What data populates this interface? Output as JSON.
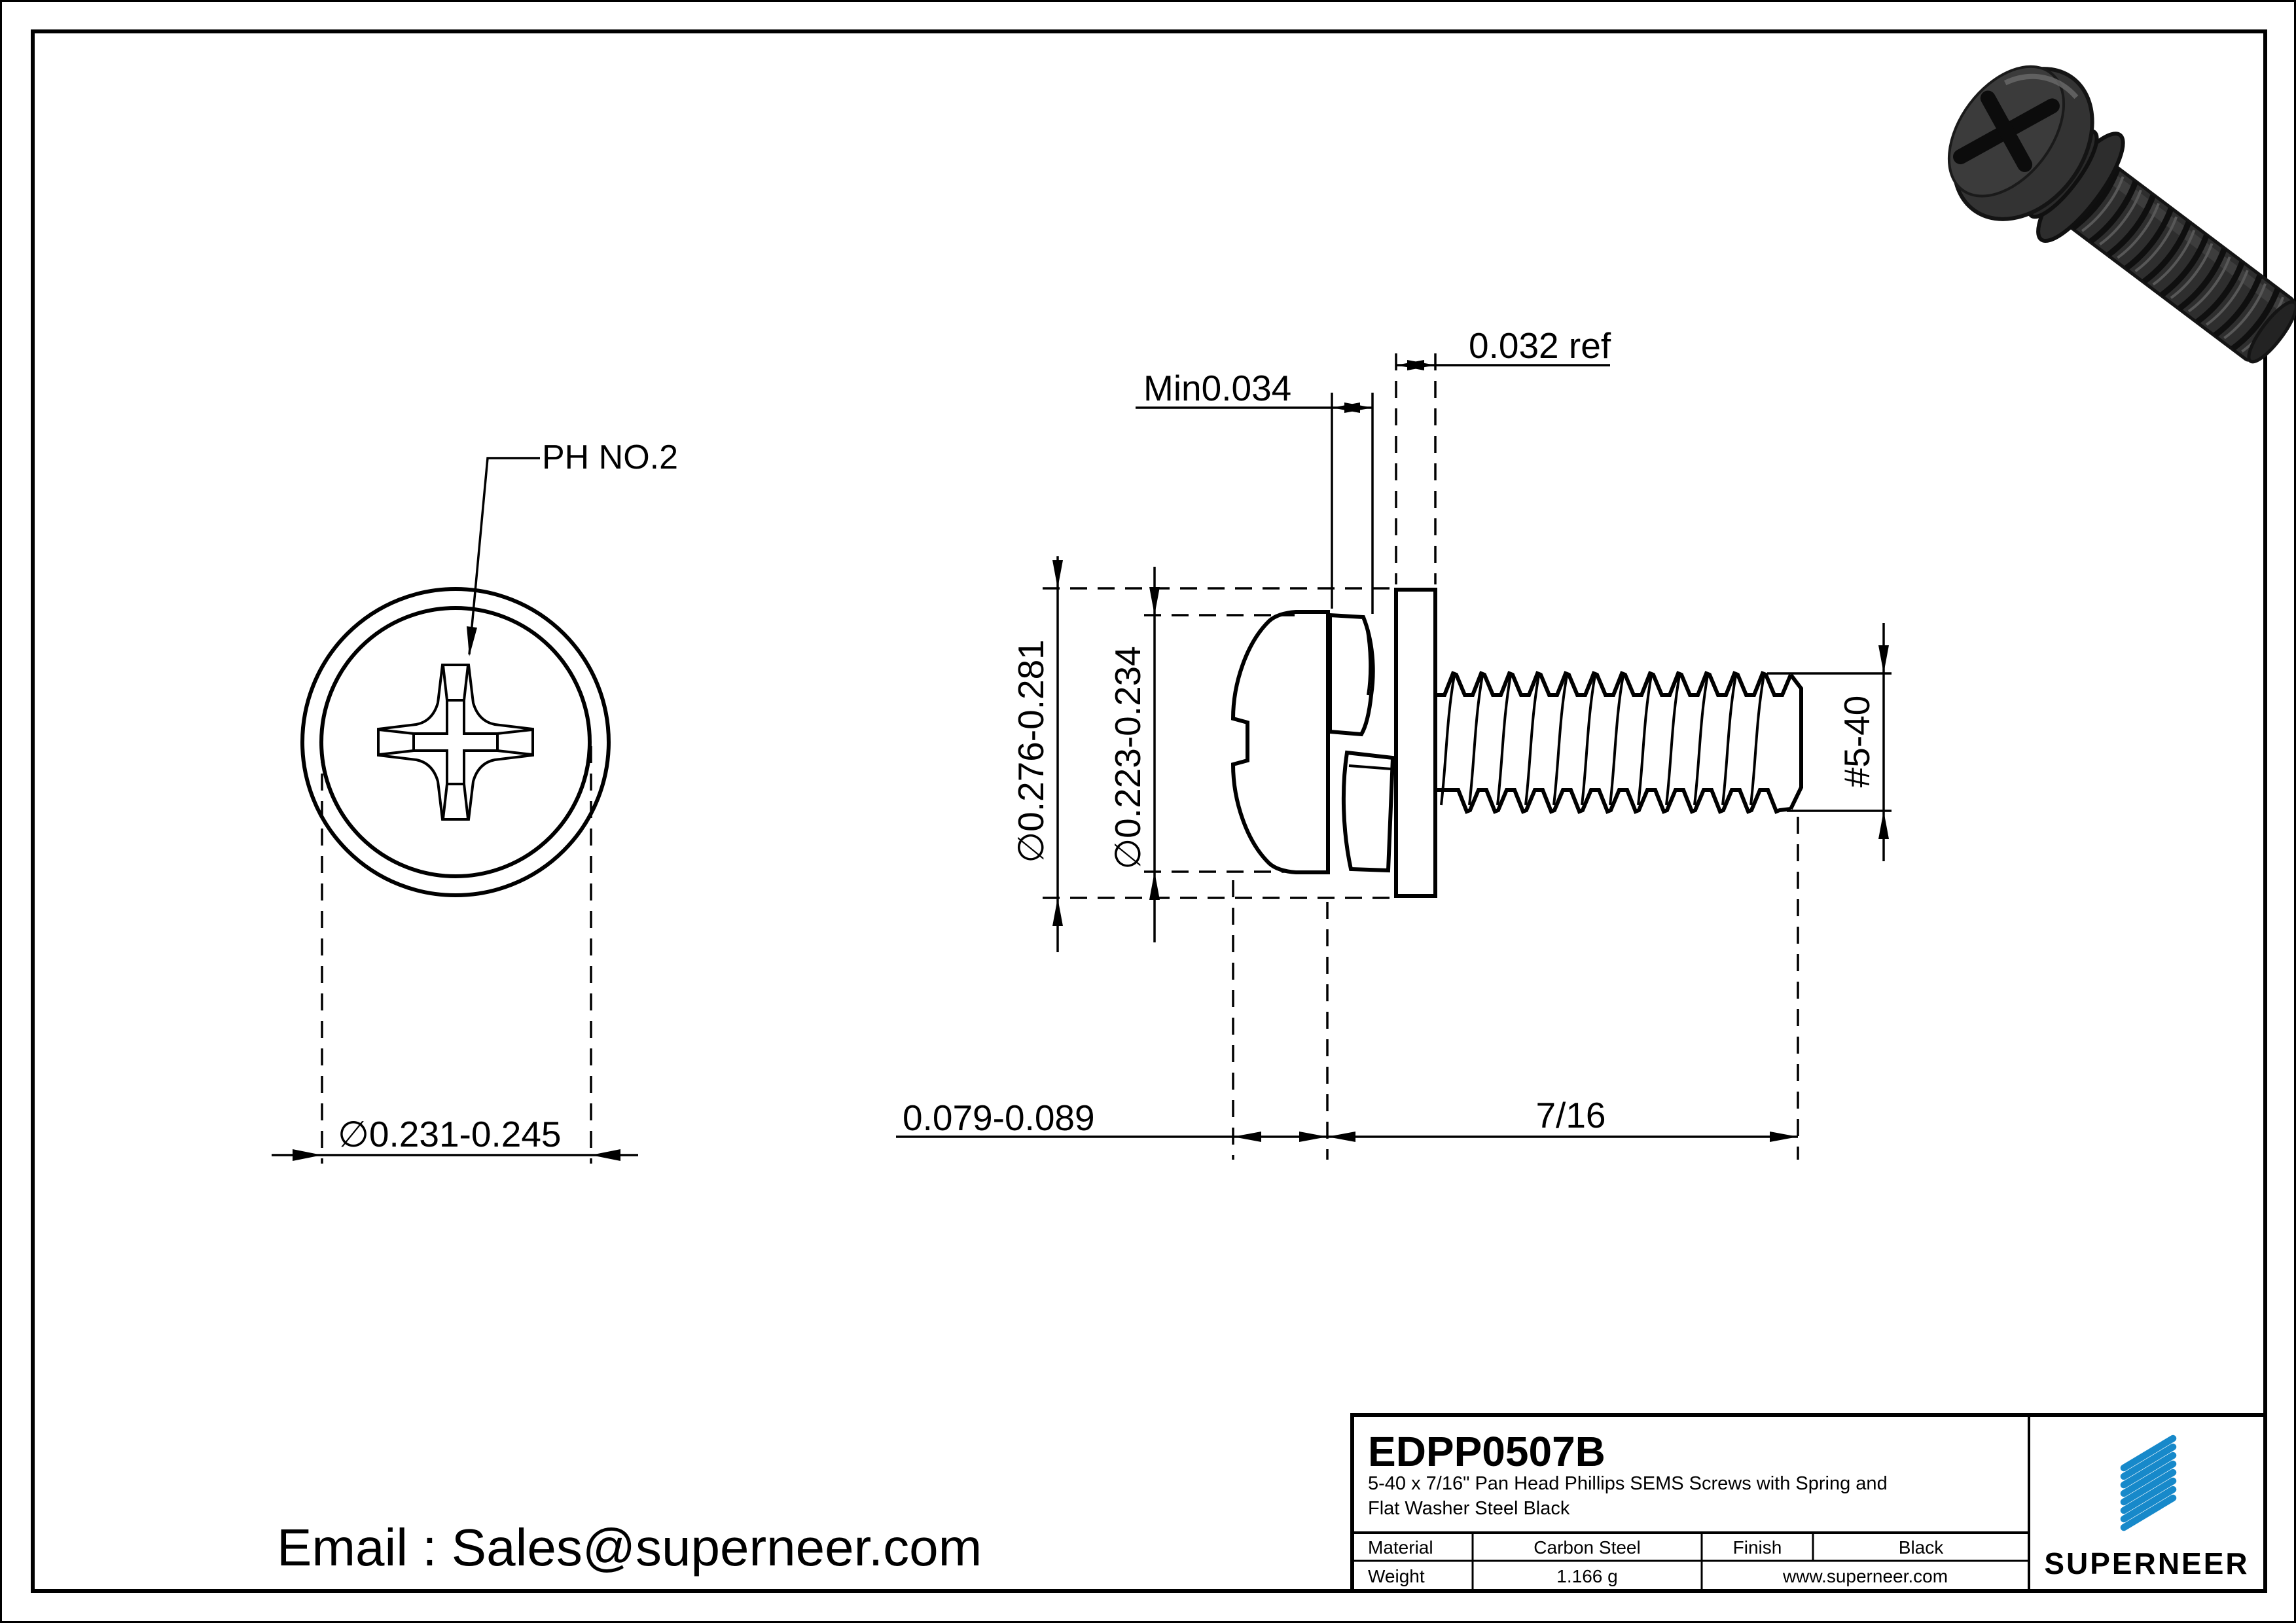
{
  "front_view": {
    "ph_label": "PH NO.2",
    "dim_diameter": "∅0.231-0.245"
  },
  "side_view": {
    "dim_head_height": "0.079-0.089",
    "dim_length": "7/16",
    "dim_spring_min": "Min0.034",
    "dim_washer_ref": "0.032 ref",
    "dim_washer_od": "∅0.276-0.281",
    "dim_head_od": "∅0.223-0.234",
    "dim_thread": "#5-40"
  },
  "contact": {
    "email_line": "Email : Sales@superneer.com"
  },
  "title_block": {
    "part_number": "EDPP0507B",
    "description_line1": "5-40 x 7/16\" Pan Head Phillips SEMS Screws with Spring and",
    "description_line2": "Flat Washer Steel Black",
    "material_label": "Material",
    "material_value": "Carbon Steel",
    "finish_label": "Finish",
    "finish_value": "Black",
    "weight_label": "Weight",
    "weight_value": "1.166 g",
    "website": "www.superneer.com",
    "brand": "SUPERNEER",
    "brand_color": "#1789ca",
    "link_color": "#1789ca"
  },
  "drawing": {
    "bg_color": "#ffffff",
    "line_color": "#000000",
    "screw_body_color": "#2e2e2e",
    "screw_dark_color": "#0f0f0f",
    "screw_highlight_color": "#585858"
  }
}
